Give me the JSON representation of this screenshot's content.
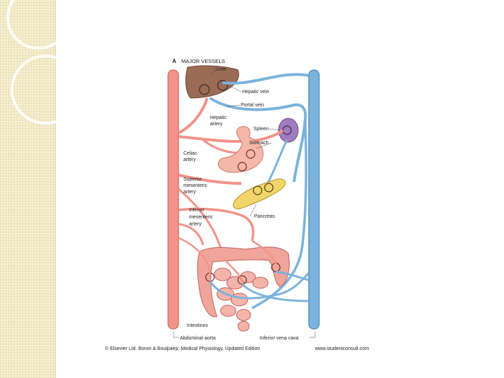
{
  "figure": {
    "panel_letter": "A",
    "title": "MAJOR VESSELS",
    "labels": {
      "liver": "Liver",
      "hepatic_vein": "Hepatic vein",
      "portal_vein": "Portal vein",
      "hepatic_artery_1": "Hepatic",
      "hepatic_artery_2": "artery",
      "spleen": "Spleen",
      "stomach": "Stomach",
      "celiac_1": "Celiac",
      "celiac_2": "artery",
      "superior_mesenteric_1": "Superior",
      "superior_mesenteric_2": "mesenteric",
      "superior_mesenteric_3": "artery",
      "pancreas": "Pancreas",
      "inferior_mesenteric_1": "Inferior",
      "inferior_mesenteric_2": "mesenteric",
      "inferior_mesenteric_3": "artery",
      "intestines": "Intestines",
      "abdominal_aorta": "Abdominal aorta",
      "inferior_vena_cava": "Inferior vena cava"
    },
    "credit_left": "© Elsevier Ltd. Boron & Boulpaep: Medical Physiology, Updated Edition",
    "credit_right": "www.studentconsult.com"
  },
  "colors": {
    "artery": "#f2938a",
    "vein": "#7ab3dc",
    "liver": "#9a6b55",
    "spleen": "#a27cc0",
    "stomach": "#f5b8a8",
    "pancreas": "#f1d56a",
    "intestine": "#f0a59a",
    "band": "#f6efcf"
  }
}
